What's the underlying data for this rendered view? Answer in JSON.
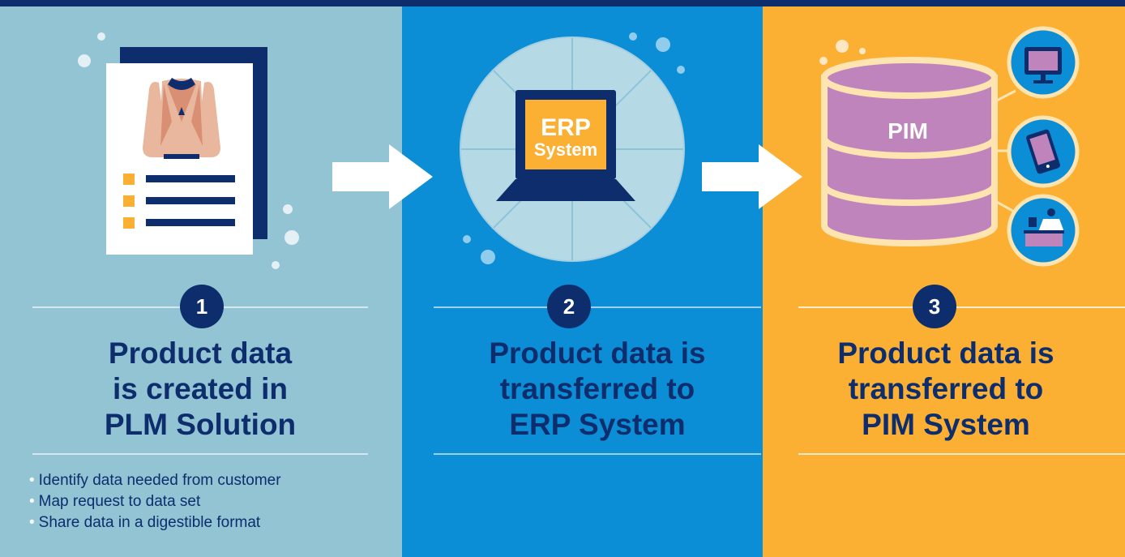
{
  "steps": [
    {
      "number": "1",
      "heading": [
        "Product data",
        "is created in",
        "PLM Solution"
      ],
      "bullets": [
        "Identify data needed from customer",
        "Map request to data set",
        "Share data in a digestible format"
      ],
      "icon": "document-with-sweater-icon"
    },
    {
      "number": "2",
      "heading": [
        "Product data is",
        "transferred to",
        "ERP System"
      ],
      "icon": "laptop-icon",
      "screen_label": [
        "ERP",
        "System"
      ]
    },
    {
      "number": "3",
      "heading": [
        "Product data is",
        "transferred to",
        "PIM System"
      ],
      "icon": "database-icon",
      "db_label": "PIM",
      "channel_icons": [
        "monitor-icon",
        "tablet-icon",
        "store-counter-icon"
      ]
    }
  ],
  "colors": {
    "panel1": "#92c4d4",
    "panel2": "#0b8ed6",
    "panel3": "#fbb034",
    "navy": "#0d2d6c",
    "pim_purple": "#c084bc",
    "accent_orange": "#fbb034"
  }
}
